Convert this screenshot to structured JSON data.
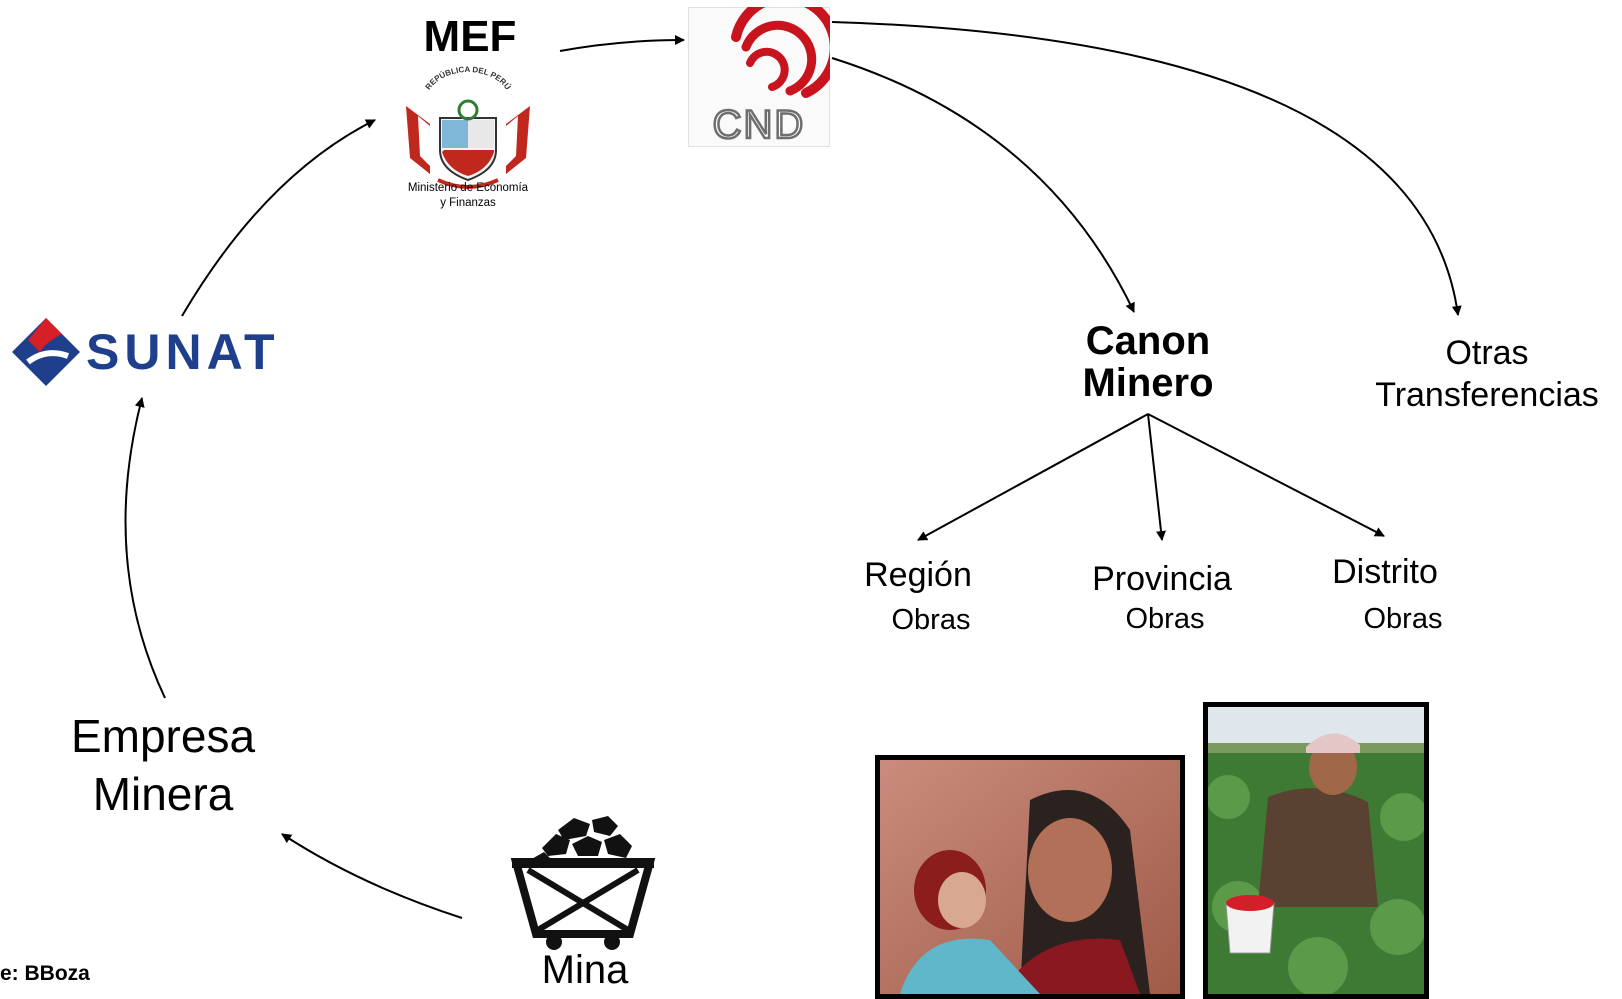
{
  "nodes": {
    "mef": {
      "title": "MEF",
      "caption_line1": "Ministerio de Economía",
      "caption_line2": "y Finanzas",
      "seal_text": "REPÚBLICA DEL PERÚ"
    },
    "cnd": {
      "logo_text": "CND"
    },
    "sunat": {
      "logo_text": "SUNAT"
    },
    "empresa": {
      "line1": "Empresa",
      "line2": "Minera"
    },
    "mina": {
      "label": "Mina"
    },
    "canon": {
      "line1": "Canon",
      "line2": "Minero"
    },
    "otras": {
      "line1": "Otras",
      "line2": "Transferencias"
    },
    "region": {
      "label": "Región",
      "sub": "Obras"
    },
    "provincia": {
      "label": "Provincia",
      "sub": "Obras"
    },
    "distrito": {
      "label": "Distrito",
      "sub": "Obras"
    }
  },
  "source_text": "e: BBoza",
  "colors": {
    "cnd_red": "#c8141e",
    "sunat_blue": "#1f3f8c",
    "sunat_red": "#d61f26",
    "mef_red": "#c0281e",
    "line": "#000000"
  }
}
